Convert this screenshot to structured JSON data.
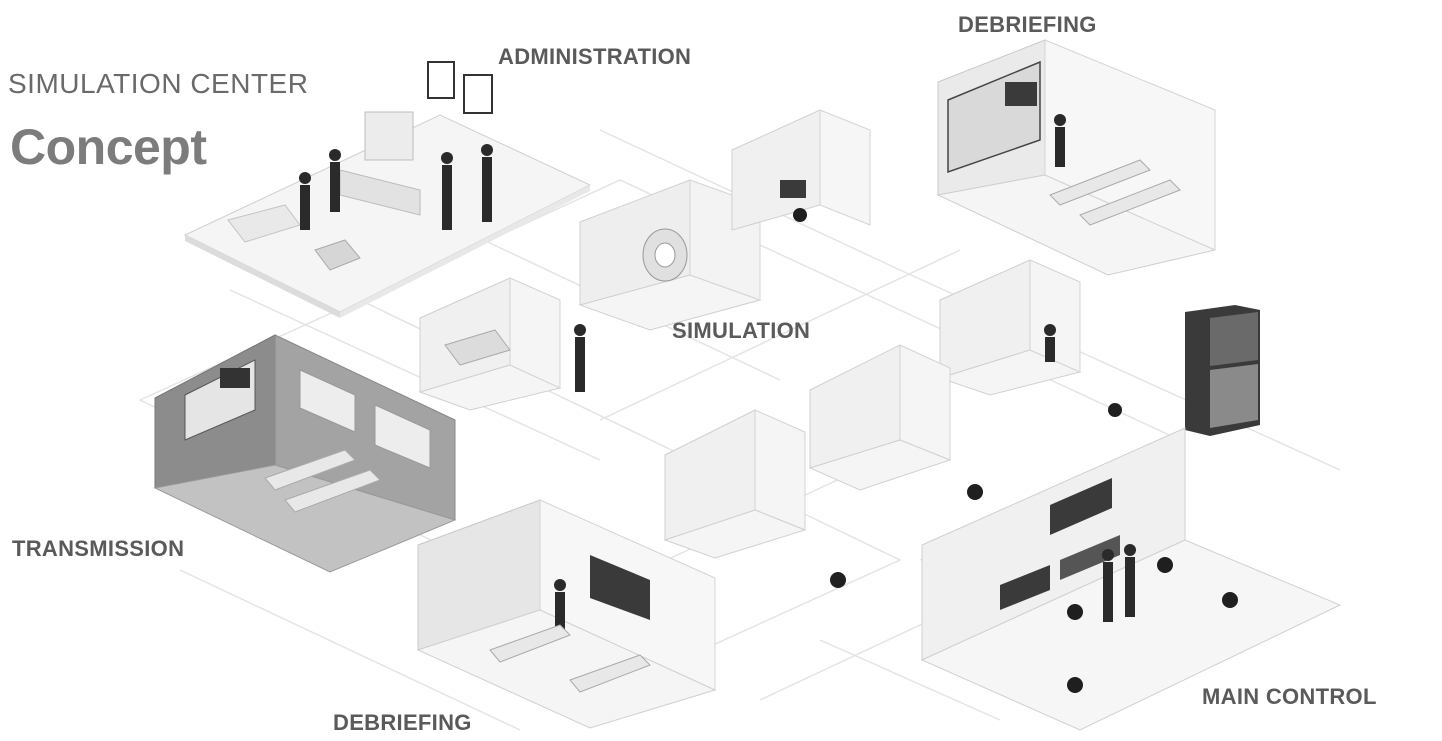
{
  "header": {
    "subtitle": "SIMULATION CENTER",
    "title": "Concept"
  },
  "zones": {
    "administration": "ADMINISTRATION",
    "debriefing_top": "DEBRIEFING",
    "simulation": "SIMULATION",
    "transmission": "TRANSMISSION",
    "debriefing_bottom": "DEBRIEFING",
    "main_control": "MAIN CONTROL"
  },
  "colors": {
    "floor": "#f4f4f4",
    "wall": "#e6e6e6",
    "dark_wall": "#8a8a8a",
    "figure": "#2a2a2a",
    "label": "#5a5a5a"
  }
}
